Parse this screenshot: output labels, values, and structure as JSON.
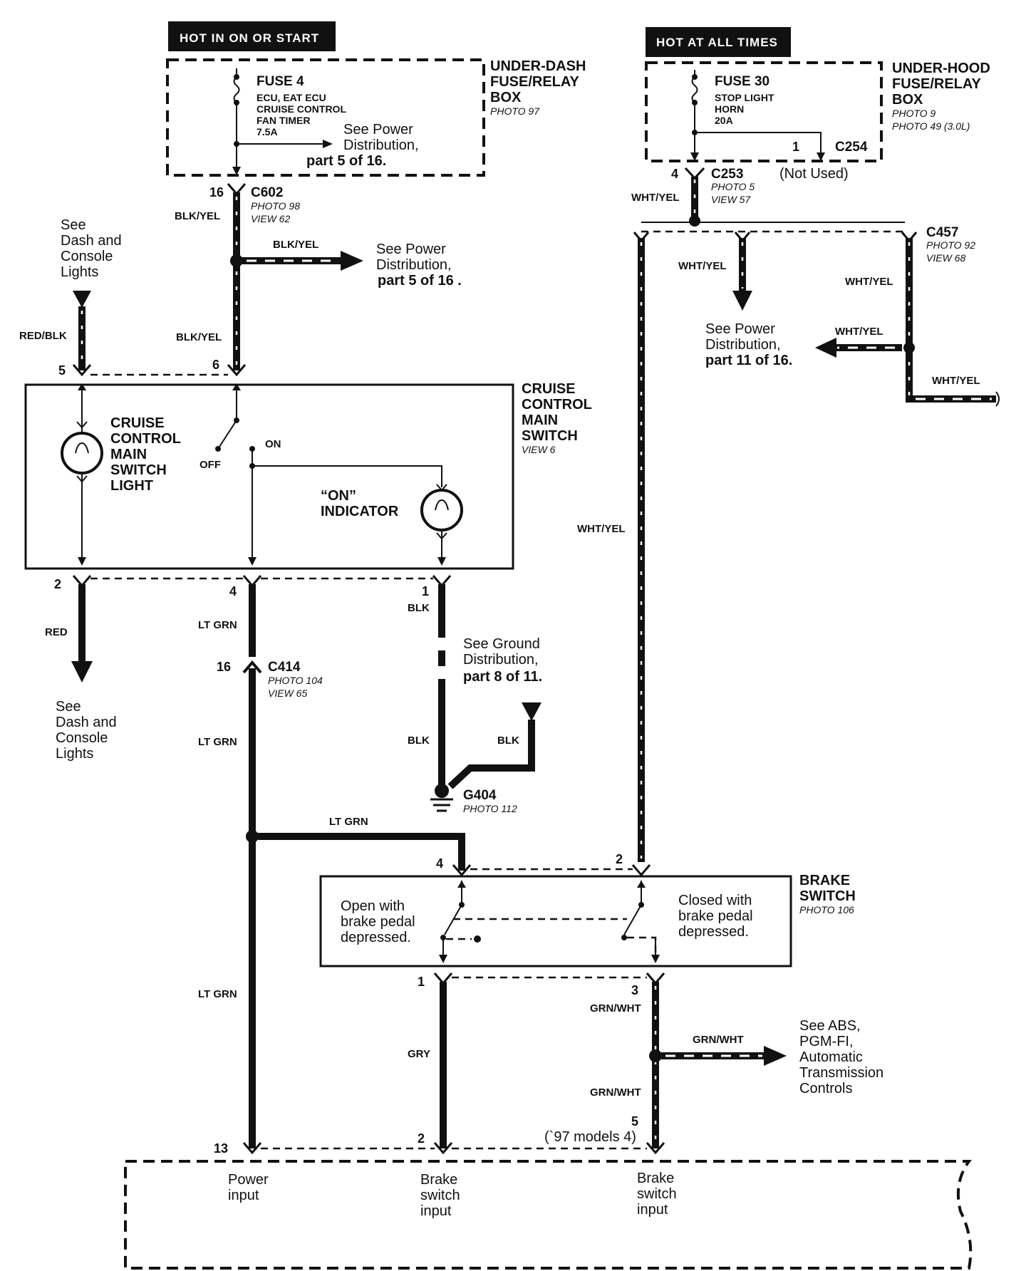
{
  "header_left": "HOT IN ON OR START",
  "header_right": "HOT AT ALL TIMES",
  "underdash": {
    "title": [
      "UNDER-DASH",
      "FUSE/RELAY",
      "BOX"
    ],
    "photo": "PHOTO 97",
    "fuse": "FUSE 4",
    "fuse_desc": [
      "ECU, EAT ECU",
      "CRUISE CONTROL",
      "FAN TIMER",
      "7.5A"
    ],
    "see": [
      "See Power",
      "Distribution,",
      "part 5 of 16."
    ]
  },
  "underhood": {
    "title": [
      "UNDER-HOOD",
      "FUSE/RELAY",
      "BOX"
    ],
    "photo": [
      "PHOTO 9",
      "PHOTO 49 (3.0L)"
    ],
    "fuse": "FUSE 30",
    "fuse_desc": [
      "STOP LIGHT",
      "HORN",
      "20A"
    ],
    "c254_pin": "1",
    "c254": "C254",
    "not_used": "(Not Used)"
  },
  "c253": {
    "pin": "4",
    "name": "C253",
    "photo": "PHOTO 5",
    "view": "VIEW 57",
    "wire": "WHT/YEL"
  },
  "c602": {
    "pin": "16",
    "name": "C602",
    "photo": "PHOTO 98",
    "view": "VIEW 62",
    "wire": "BLK/YEL"
  },
  "c457": {
    "name": "C457",
    "photo": "PHOTO 92",
    "view": "VIEW 68"
  },
  "power_dist_left": {
    "wire": "BLK/YEL",
    "see": [
      "See Power",
      "Distribution,",
      "part 5 of 16 ."
    ]
  },
  "power_dist_right": {
    "wire_down": "WHT/YEL",
    "wire_in": "WHT/YEL",
    "wire_right": "WHT/YEL",
    "see": [
      "See Power",
      "Distribution,",
      "part 11 of 16."
    ]
  },
  "wires": {
    "blk_yel_6": "BLK/YEL",
    "red_blk": "RED/BLK",
    "c457_wire": "WHT/YEL",
    "wht_yel_main": "WHT/YEL",
    "red": "RED",
    "lt_grn_top": "LT GRN",
    "lt_grn_mid": "LT GRN",
    "lt_grn_bottom": "LT GRN",
    "lt_grn_branch": "LT GRN",
    "blk_top": "BLK",
    "blk_mid": "BLK",
    "blk_side": "BLK",
    "gry": "GRY",
    "grn_wht_top": "GRN/WHT",
    "grn_wht_branch": "GRN/WHT",
    "grn_wht_bottom": "GRN/WHT"
  },
  "dash_lights_top": [
    "See",
    "Dash and",
    "Console",
    "Lights"
  ],
  "dash_lights_bottom": [
    "See",
    "Dash and",
    "Console",
    "Lights"
  ],
  "cruise_switch": {
    "title": [
      "CRUISE",
      "CONTROL",
      "MAIN",
      "SWITCH"
    ],
    "view": "VIEW 6",
    "light": [
      "CRUISE",
      "CONTROL",
      "MAIN",
      "SWITCH",
      "LIGHT"
    ],
    "on": "ON",
    "off": "OFF",
    "indicator": [
      "“ON”",
      "INDICATOR"
    ],
    "pins": {
      "p5": "5",
      "p6": "6",
      "p2": "2",
      "p4": "4",
      "p1": "1"
    }
  },
  "c414": {
    "pin": "16",
    "name": "C414",
    "photo": "PHOTO 104",
    "view": "VIEW 65"
  },
  "ground": {
    "see": [
      "See Ground",
      "Distribution,",
      "part 8 of 11."
    ],
    "name": "G404",
    "photo": "PHOTO 112"
  },
  "brake_switch": {
    "title": [
      "BRAKE",
      "SWITCH"
    ],
    "photo": "PHOTO 106",
    "open": [
      "Open with",
      "brake pedal",
      "depressed."
    ],
    "closed": [
      "Closed with",
      "brake pedal",
      "depressed."
    ],
    "pins": {
      "p4": "4",
      "p2": "2",
      "p1": "1",
      "p3": "3"
    }
  },
  "abs": [
    "See ABS,",
    "PGM-FI,",
    "Automatic",
    "Transmission",
    "Controls"
  ],
  "ecu": {
    "pin13": "13",
    "pin2": "2",
    "pin5": "5",
    "pin5_note": "(`97 models 4)",
    "power_input": [
      "Power",
      "input"
    ],
    "brake_input_1": [
      "Brake",
      "switch",
      "input"
    ],
    "brake_input_2": [
      "Brake",
      "switch",
      "input"
    ]
  }
}
